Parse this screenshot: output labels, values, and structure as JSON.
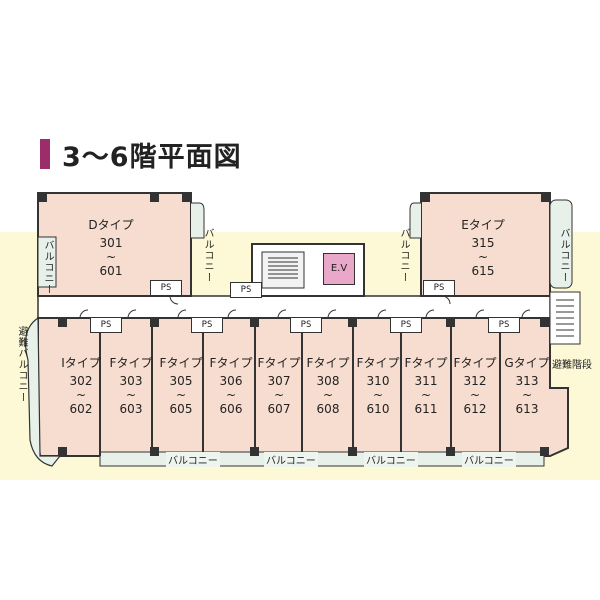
{
  "title": "3〜6階平面図",
  "colors": {
    "accent_bar": "#9b2d6b",
    "background_band": "#fdf9d6",
    "unit_fill": "#f7ddd0",
    "wall": "#333333",
    "balcony_fill": "#e7f1ea",
    "elevator_fill": "#e9a7c9"
  },
  "units": [
    {
      "type": "Dタイプ",
      "from": "301",
      "tilde": "~",
      "to": "601"
    },
    {
      "type": "Eタイプ",
      "from": "315",
      "tilde": "~",
      "to": "615"
    },
    {
      "type": "Iタイプ",
      "from": "302",
      "tilde": "~",
      "to": "602"
    },
    {
      "type": "Fタイプ",
      "from": "303",
      "tilde": "~",
      "to": "603"
    },
    {
      "type": "Fタイプ",
      "from": "305",
      "tilde": "~",
      "to": "605"
    },
    {
      "type": "Fタイプ",
      "from": "306",
      "tilde": "~",
      "to": "606"
    },
    {
      "type": "Fタイプ",
      "from": "307",
      "tilde": "~",
      "to": "607"
    },
    {
      "type": "Fタイプ",
      "from": "308",
      "tilde": "~",
      "to": "608"
    },
    {
      "type": "Fタイプ",
      "from": "310",
      "tilde": "~",
      "to": "610"
    },
    {
      "type": "Fタイプ",
      "from": "311",
      "tilde": "~",
      "to": "611"
    },
    {
      "type": "Fタイプ",
      "from": "312",
      "tilde": "~",
      "to": "612"
    },
    {
      "type": "Gタイプ",
      "from": "313",
      "tilde": "~",
      "to": "613"
    }
  ],
  "ps_label": "PS",
  "ev_label": "E.V",
  "balcony_label": "バルコニー",
  "evacuation_balcony_label": "避難バルコニー",
  "evacuation_stairs_label": "避難階段"
}
